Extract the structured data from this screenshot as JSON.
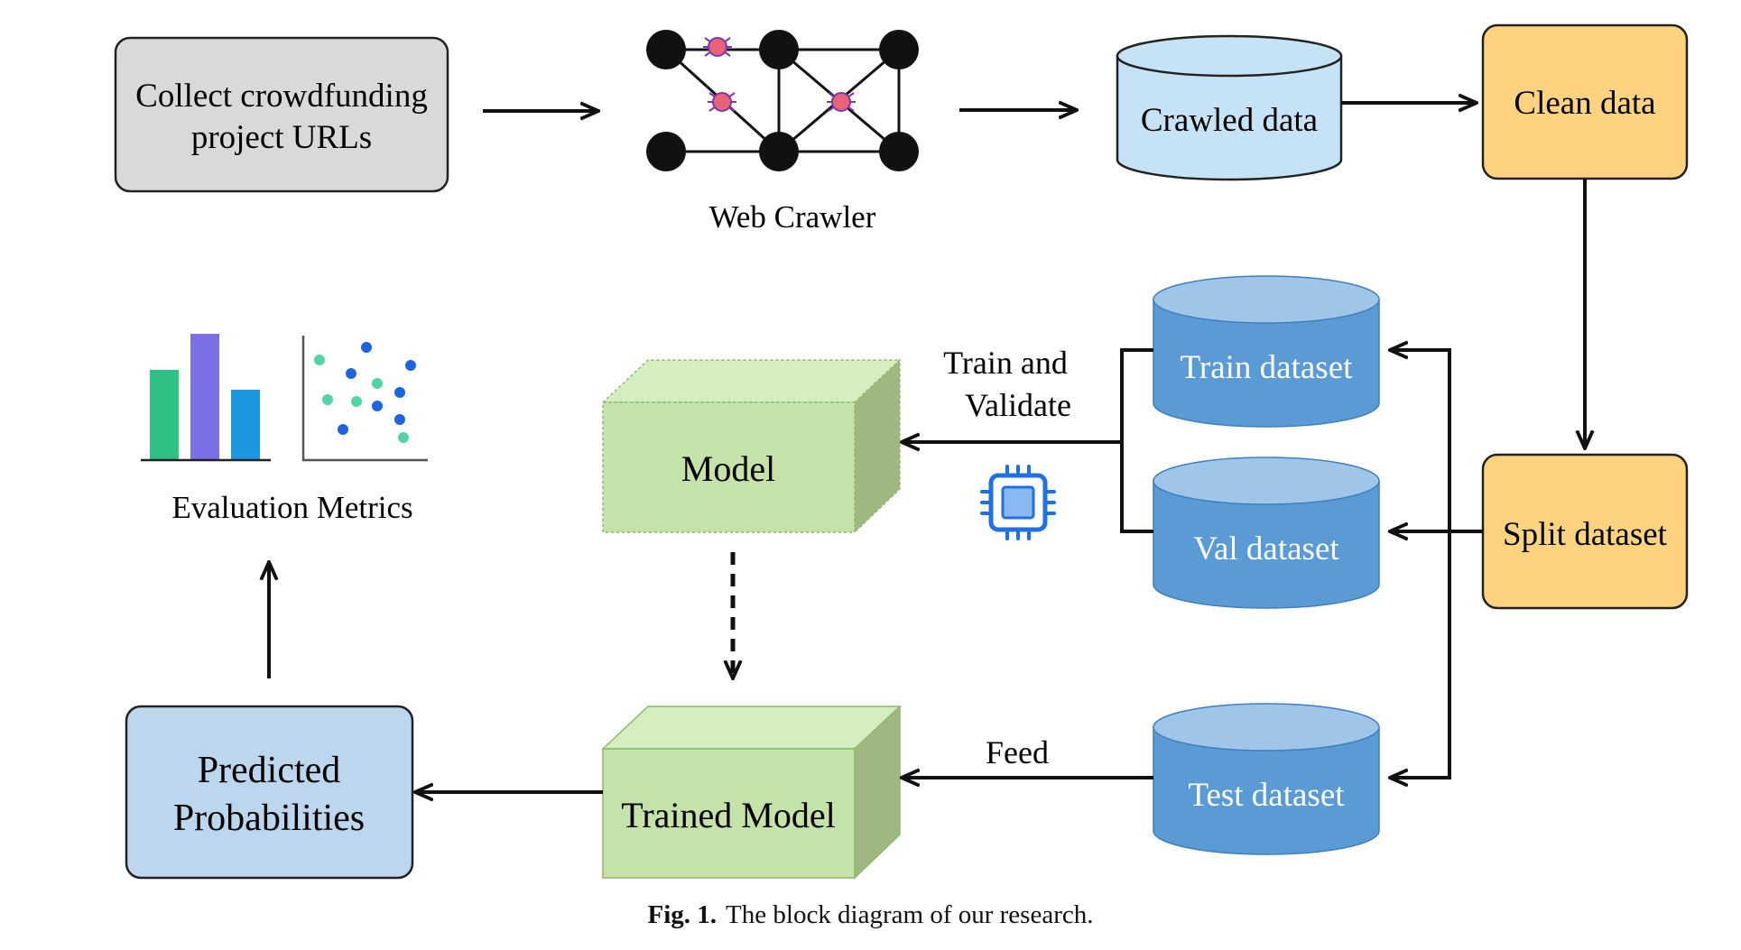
{
  "nodes": {
    "collect_urls": [
      "Collect crowdfunding",
      "project URLs"
    ],
    "web_crawler": "Web Crawler",
    "crawled_data": "Crawled data",
    "clean_data": "Clean data",
    "split_dataset": "Split dataset",
    "train_dataset": "Train dataset",
    "val_dataset": "Val dataset",
    "test_dataset": "Test dataset",
    "model": "Model",
    "trained_model": "Trained Model",
    "predicted_probabilities": [
      "Predicted",
      "Probabilities"
    ],
    "evaluation_metrics": "Evaluation Metrics"
  },
  "edge_labels": {
    "train_validate": [
      "Train and",
      "Validate"
    ],
    "feed": "Feed"
  },
  "icons": [
    "spider-icon",
    "network-icon",
    "bar-chart-icon",
    "scatter-plot-icon",
    "cpu-chip-icon"
  ],
  "caption": {
    "label": "Fig. 1.",
    "text": "The block diagram of our research."
  },
  "colors": {
    "gray_box": "#d9d9d9",
    "crawled_cylinder": "#c6e3f5",
    "orange_box": "#fdd37f",
    "dataset_cylinder": "#5b9bd5",
    "dataset_cylinder_top": "#9fc5e8",
    "model_green": "#c5e3a8",
    "pred_blue": "#bcd6ee",
    "cpu_blue": "#1f6fe5"
  }
}
